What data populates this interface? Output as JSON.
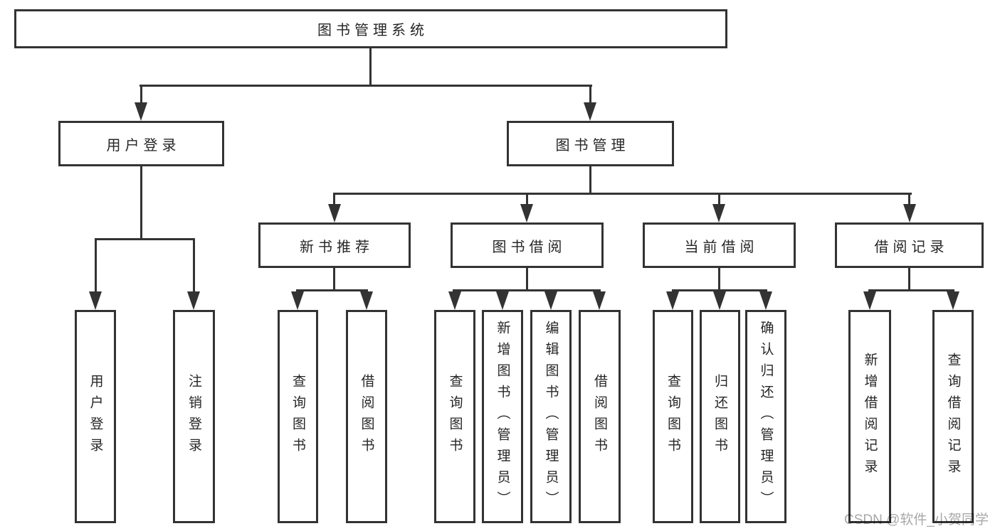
{
  "colors": {
    "line": "#333333",
    "text": "#262626",
    "background": "#ffffff",
    "watermark": "#a8a8a8"
  },
  "tree": {
    "root": {
      "label": "图书管理系统"
    },
    "branches": [
      {
        "label": "用户登录",
        "children": [
          {
            "label": "用户登录"
          },
          {
            "label": "注销登录"
          }
        ]
      },
      {
        "label": "图书管理",
        "children": [
          {
            "label": "新书推荐",
            "children": [
              {
                "label": "查询图书"
              },
              {
                "label": "借阅图书"
              }
            ]
          },
          {
            "label": "图书借阅",
            "children": [
              {
                "label": "查询图书"
              },
              {
                "label": "新增图书（管理员）"
              },
              {
                "label": "编辑图书（管理员）"
              },
              {
                "label": "借阅图书"
              }
            ]
          },
          {
            "label": "当前借阅",
            "children": [
              {
                "label": "查询图书"
              },
              {
                "label": "归还图书"
              },
              {
                "label": "确认归还（管理员）"
              }
            ]
          },
          {
            "label": "借阅记录",
            "children": [
              {
                "label": "新增借阅记录"
              },
              {
                "label": "查询借阅记录"
              }
            ]
          }
        ]
      }
    ]
  },
  "watermark": {
    "text": "CSDN @软件_小贺同学"
  }
}
